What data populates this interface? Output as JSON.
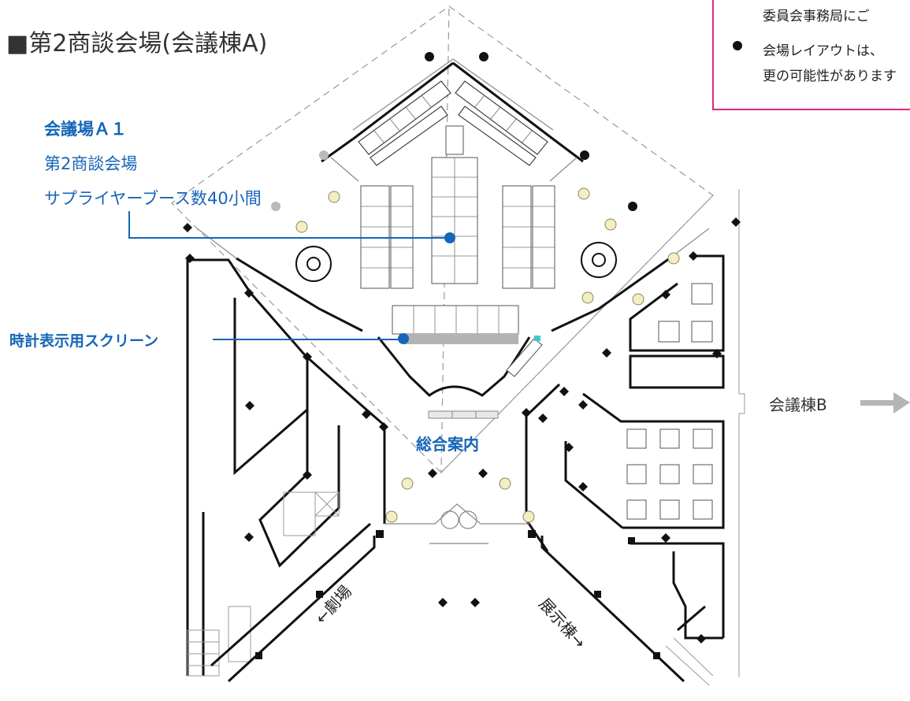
{
  "title": "■第2商談会場(会議棟A)",
  "hall": {
    "name": "会議場Ａ１",
    "subtitle": "第2商談会場",
    "booths": "サプライヤーブース数40小間"
  },
  "labels": {
    "screen": "時計表示用スクリーン",
    "info_desk": "総合案内",
    "building_b": "会議棟B",
    "theater": "←劇場",
    "exhibition": "展示棟→"
  },
  "notice": {
    "line1": "委員会事務局にご",
    "line2": "会場レイアウトは、",
    "line3": "更の可能性があります"
  },
  "colors": {
    "accent_blue": "#1565b8",
    "notice_border": "#e0287a",
    "arrow_gray": "#b5b5b5"
  }
}
